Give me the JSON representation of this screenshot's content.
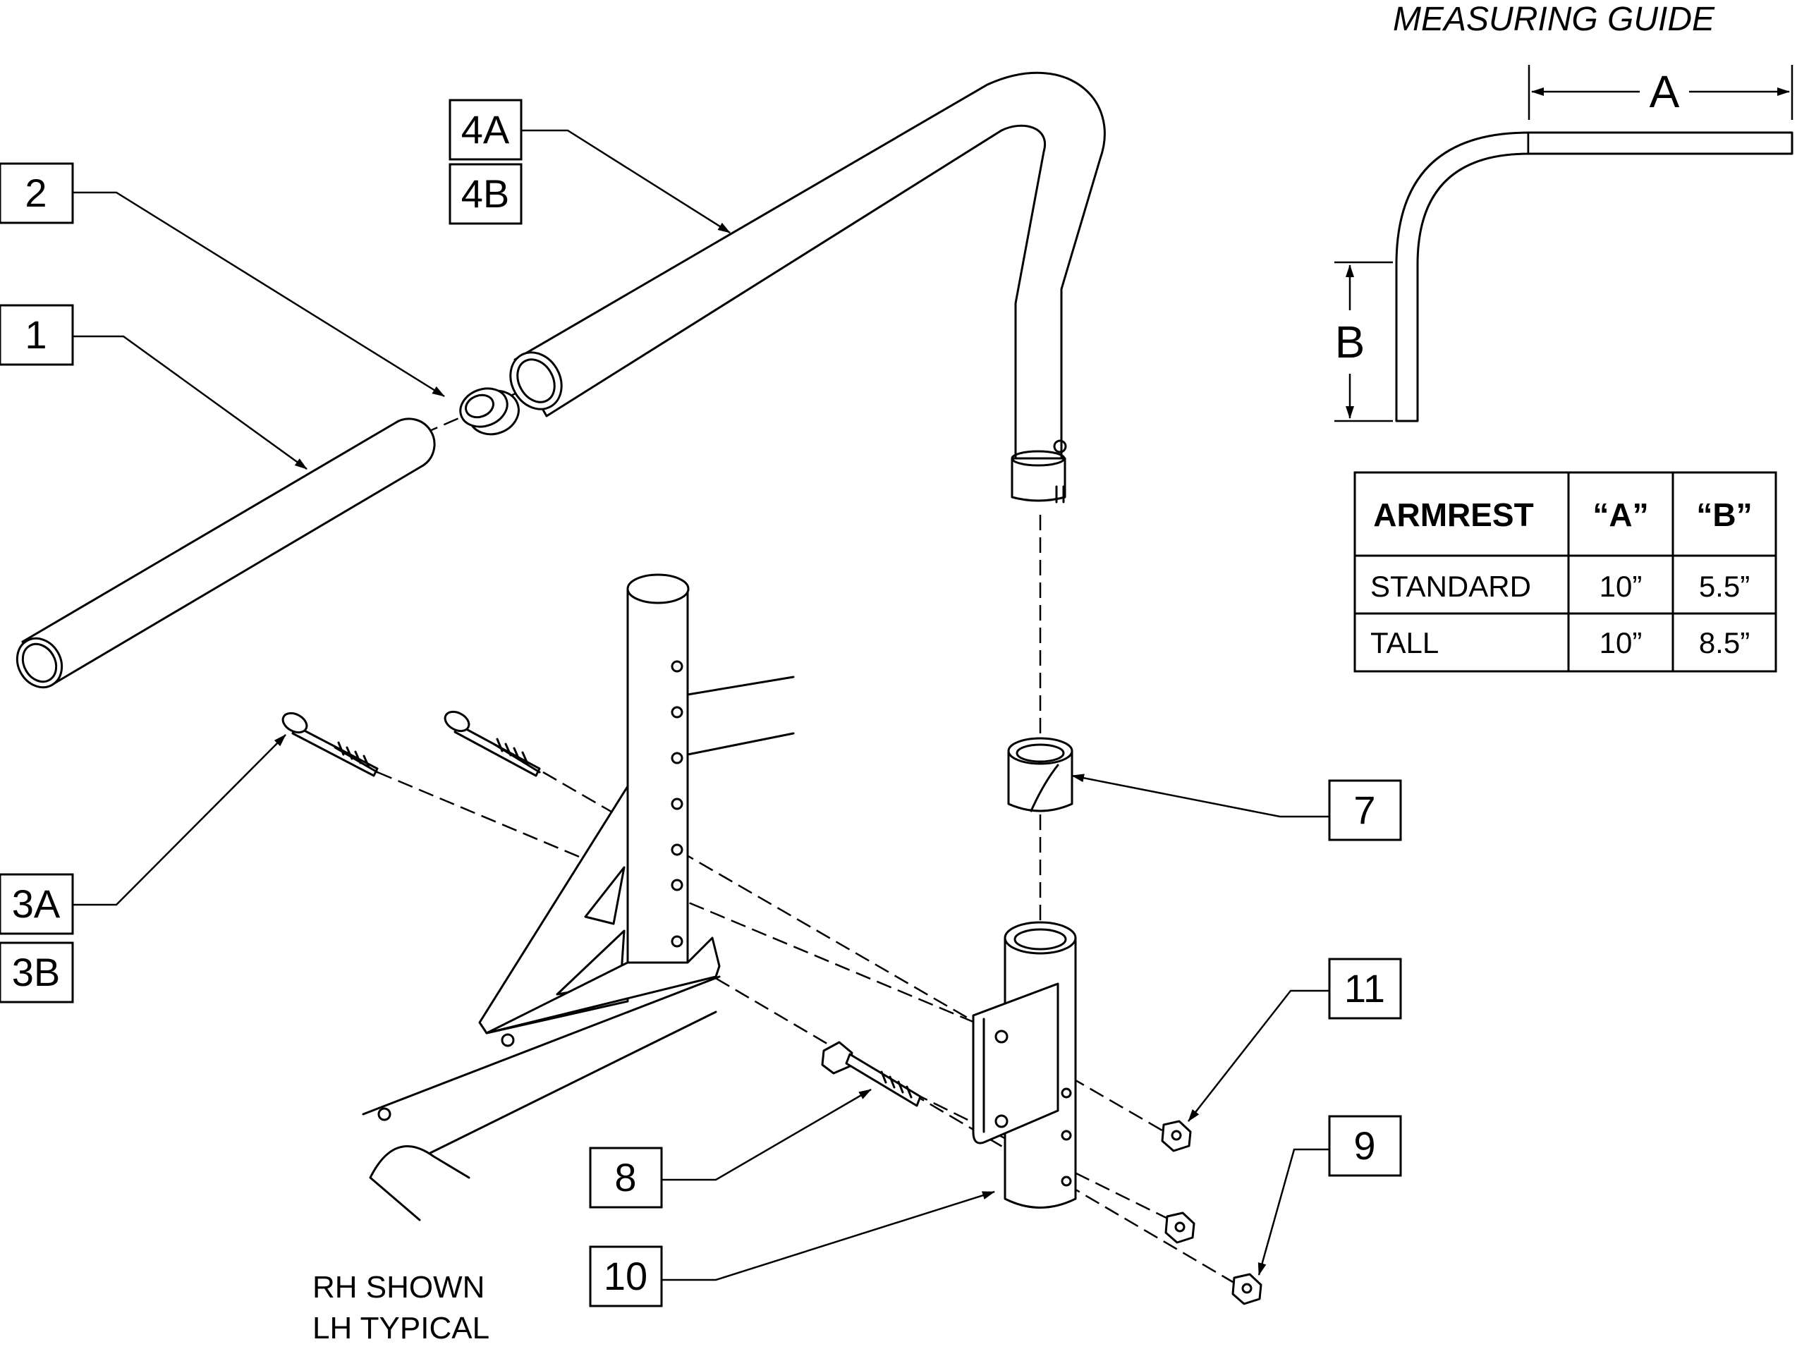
{
  "measuring_guide": {
    "title": "MEASURING GUIDE",
    "dim_a": "A",
    "dim_b": "B"
  },
  "table": {
    "headers": [
      "ARMREST",
      "“A”",
      "“B”"
    ],
    "rows": [
      [
        "STANDARD",
        "10”",
        "5.5”"
      ],
      [
        "TALL",
        "10”",
        "8.5”"
      ]
    ]
  },
  "callouts": {
    "c1": "1",
    "c2": "2",
    "c3a": "3A",
    "c3b": "3B",
    "c4a": "4A",
    "c4b": "4B",
    "c7": "7",
    "c8": "8",
    "c9": "9",
    "c10": "10",
    "c11": "11"
  },
  "note": {
    "line1": "RH SHOWN",
    "line2": "LH TYPICAL"
  }
}
